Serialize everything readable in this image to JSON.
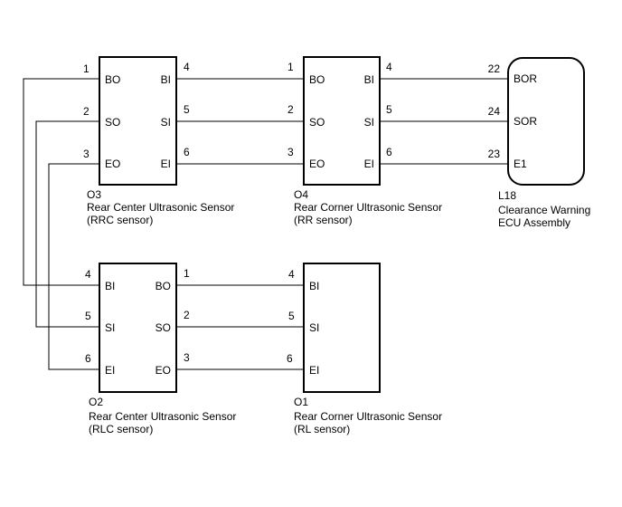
{
  "components": {
    "o3": {
      "code": "O3",
      "name": "Rear Center Ultrasonic Sensor",
      "abbr": "(RRC sensor)",
      "left_pins": [
        {
          "num": "1",
          "label": "BO"
        },
        {
          "num": "2",
          "label": "SO"
        },
        {
          "num": "3",
          "label": "EO"
        }
      ],
      "right_pins": [
        {
          "num": "4",
          "label": "BI"
        },
        {
          "num": "5",
          "label": "SI"
        },
        {
          "num": "6",
          "label": "EI"
        }
      ]
    },
    "o4": {
      "code": "O4",
      "name": "Rear Corner Ultrasonic Sensor",
      "abbr": "(RR sensor)",
      "left_pins": [
        {
          "num": "1",
          "label": "BO"
        },
        {
          "num": "2",
          "label": "SO"
        },
        {
          "num": "3",
          "label": "EO"
        }
      ],
      "right_pins": [
        {
          "num": "4",
          "label": "BI"
        },
        {
          "num": "5",
          "label": "SI"
        },
        {
          "num": "6",
          "label": "EI"
        }
      ]
    },
    "l18": {
      "code": "L18",
      "name": "Clearance Warning",
      "name2": "ECU Assembly",
      "pins": [
        {
          "num": "22",
          "label": "BOR"
        },
        {
          "num": "24",
          "label": "SOR"
        },
        {
          "num": "23",
          "label": "E1"
        }
      ]
    },
    "o2": {
      "code": "O2",
      "name": "Rear Center Ultrasonic Sensor",
      "abbr": "(RLC sensor)",
      "left_pins": [
        {
          "num": "4",
          "label": "BI"
        },
        {
          "num": "5",
          "label": "SI"
        },
        {
          "num": "6",
          "label": "EI"
        }
      ],
      "right_pins": [
        {
          "num": "1",
          "label": "BO"
        },
        {
          "num": "2",
          "label": "SO"
        },
        {
          "num": "3",
          "label": "EO"
        }
      ]
    },
    "o1": {
      "code": "O1",
      "name": "Rear Corner Ultrasonic Sensor",
      "abbr": "(RL sensor)",
      "pins": [
        {
          "num": "4",
          "label": "BI"
        },
        {
          "num": "5",
          "label": "SI"
        },
        {
          "num": "6",
          "label": "EI"
        }
      ]
    }
  }
}
